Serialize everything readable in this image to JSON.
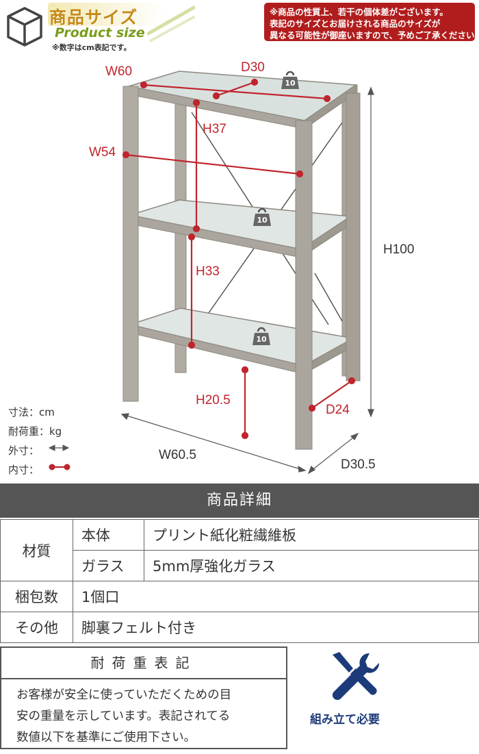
{
  "header": {
    "title_jp": "商品サイズ",
    "title_en": "Product size",
    "unit_note": "※数字はcm表記です。",
    "notice_lines": [
      "※商品の性質上、若干の個体差がございます。",
      "表記のサイズとお届けされる商品のサイズが",
      "異なる可能性が御座いますので、予めご了承ください。"
    ]
  },
  "diagram": {
    "inner_dims": {
      "w_top": "W60",
      "d_top": "D30",
      "h_upper": "H37",
      "w_inner": "W54",
      "h_middle": "H33",
      "h_lower": "H20.5",
      "d_bottom": "D24"
    },
    "outer_dims": {
      "height": "H100",
      "width": "W60.5",
      "depth": "D30.5"
    },
    "load_weights": [
      "10",
      "10",
      "10"
    ],
    "legend": {
      "size": "寸法：cm",
      "load": "耐荷重：kg",
      "outer": "外寸：",
      "inner": "内寸："
    },
    "colors": {
      "dimension_red": "#c0242c",
      "frame": "#a8a39a",
      "glass": "#dfe6e4"
    }
  },
  "details": {
    "header": "商品詳細",
    "rows": [
      {
        "category": "材質",
        "sub": "本体",
        "value": "プリント紙化粧繊維板"
      },
      {
        "category": "",
        "sub": "ガラス",
        "value": "5mm厚強化ガラス"
      },
      {
        "category": "梱包数",
        "value": "1個口"
      },
      {
        "category": "その他",
        "value": "脚裏フェルト付き"
      }
    ]
  },
  "load_notice": {
    "title": "耐荷重表記",
    "lines": [
      "お客様が安全に使っていただくための目",
      "安の重量を示しています。表記されてる",
      "数値以下を基準にご使用下さい。"
    ]
  },
  "assembly": {
    "label": "組み立て必要",
    "icon": "tools-icon"
  }
}
